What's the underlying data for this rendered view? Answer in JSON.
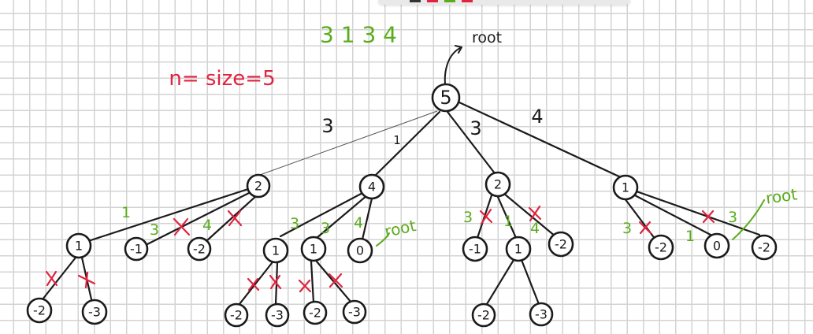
{
  "sequence_text": "3 1 3 4",
  "size_text": "n= size=5",
  "root_note": "root",
  "zero_note": "root",
  "nodes": {
    "root": "5",
    "a": "2",
    "b": "4",
    "c": "2",
    "d": "1",
    "a1": "1",
    "a2": "-1",
    "a3": "-2",
    "a1a": "-2",
    "a1b": "-3",
    "b1": "1",
    "b2": "1",
    "b3": "0",
    "b1a": "-2",
    "b1b": "-3",
    "b2a": "-2",
    "b2b": "-3",
    "c1": "-1",
    "c2": "1",
    "c3": "-2",
    "c2a": "-2",
    "c2b": "-3",
    "d1": "-2",
    "d2": "0",
    "d3": "-2"
  },
  "edge_labels": {
    "root_a": "3",
    "root_b": "1",
    "root_c": "3",
    "root_d": "4",
    "a_a1": "1",
    "a_a2": "3",
    "a_a3": "4",
    "b_b1": "3",
    "b_b2": "3",
    "b_b3": "4",
    "c_c1": "3",
    "c_c2": "1",
    "c_c3": "4",
    "d_d1": "3",
    "d_d2": "1",
    "d_d3": "3"
  },
  "colors": {
    "ink": "#1b1b1b",
    "green": "#5aac1c",
    "red": "#e0233f",
    "grid": "#d3d3d3"
  }
}
